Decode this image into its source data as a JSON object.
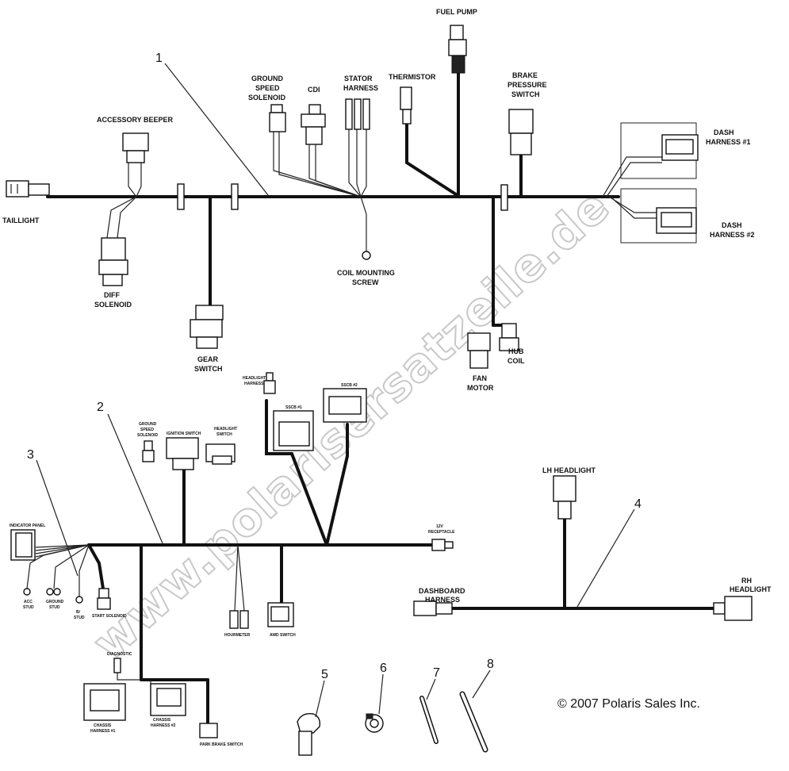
{
  "labels": {
    "fuel_pump": "FUEL PUMP",
    "thermistor": "THERMISTOR",
    "brake1": "BRAKE",
    "brake2": "PRESSURE",
    "brake3": "SWITCH",
    "stator1": "STATOR",
    "stator2": "HARNESS",
    "cdi": "CDI",
    "gss1": "GROUND",
    "gss2": "SPEED",
    "gss3": "SOLENOID",
    "accessory_beeper": "ACCESSORY BEEPER",
    "taillight": "TAILLIGHT",
    "diff1": "DIFF",
    "diff2": "SOLENOID",
    "gear1": "GEAR",
    "gear2": "SWITCH",
    "coil1": "COIL MOUNTING",
    "coil2": "SCREW",
    "fan1": "FAN",
    "fan2": "MOTOR",
    "hub1": "HUB",
    "hub2": "COIL",
    "dash1a": "DASH",
    "dash1b": "HARNESS #1",
    "dash2a": "DASH",
    "dash2b": "HARNESS #2",
    "lh_headlight": "LH HEADLIGHT",
    "rh1": "RH",
    "rh2": "HEADLIGHT",
    "db1": "DASHBOARD",
    "db2": "HARNESS",
    "copyright": "© 2007 Polaris Sales Inc.",
    "watermark": "www.polarisersatzeile.de"
  },
  "small_labels": {
    "headlight_harness1": "HEADLIGHT",
    "headlight_harness2": "HARNESS",
    "sscb1": "SSCB #1",
    "sscb2": "SSCB #2",
    "ground_speed_solenoid1": "GROUND",
    "ground_speed_solenoid2": "SPEED",
    "ground_speed_solenoid3": "SOLENOID",
    "ignition_switch": "IGNITION SWITCH",
    "headlight_switch1": "HEADLIGHT",
    "headlight_switch2": "SWITCH",
    "indicator_panel": "INDICATOR PANEL",
    "receptacle1": "12V",
    "receptacle2": "RECEPTACLE",
    "acc_stud1": "ACC",
    "acc_stud2": "STUD",
    "ground_stud1": "GROUND",
    "ground_stud2": "STUD",
    "b_stud1": "B/",
    "b_stud2": "STUD",
    "start_solenoid": "START SOLENOID",
    "hourmeter": "HOURMETER",
    "awd_switch": "AWD SWITCH",
    "diagnostic": "DIAGNOSTIC",
    "chassis1a": "CHASSIS",
    "chassis1b": "HARNESS #1",
    "chassis2a": "CHASSIS",
    "chassis2b": "HARNESS #2",
    "park_brake": "PARK BRAKE SWITCH"
  },
  "callouts": [
    "1",
    "2",
    "3",
    "4",
    "5",
    "6",
    "7",
    "8"
  ],
  "colors": {
    "wire": "#111111",
    "watermark": "#c8c8c8",
    "background": "#ffffff"
  }
}
